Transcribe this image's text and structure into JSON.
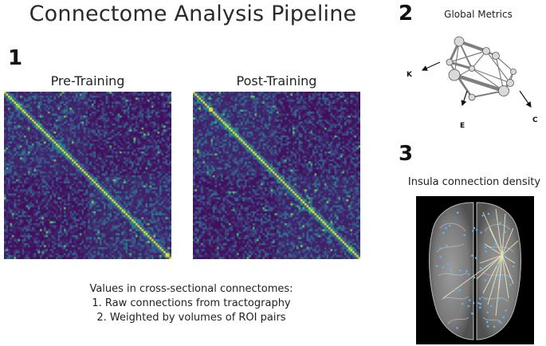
{
  "title": "Connectome Analysis Pipeline",
  "panels": {
    "one": {
      "number": "1",
      "pre_title": "Pre-Training",
      "post_title": "Post-Training",
      "caption": [
        "Values in cross-sectional connectomes:",
        "1. Raw connections from tractography",
        "2. Weighted by volumes of ROI pairs"
      ]
    },
    "two": {
      "number": "2",
      "title": "Global Metrics",
      "labels": [
        "K",
        "E",
        "C"
      ]
    },
    "three": {
      "number": "3",
      "title": "Insula connection density"
    }
  },
  "colors": {
    "matrix_dark": "#2d1a5a",
    "matrix_diagonal": "#fde725",
    "graph_node": "#d9d9d9",
    "graph_edge": "#7f7f7f",
    "brain_background": "#000000",
    "insula_lines": "#f2eec0"
  }
}
